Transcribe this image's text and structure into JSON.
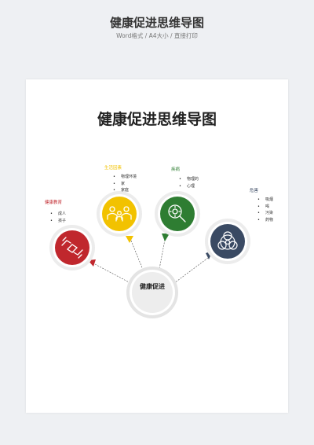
{
  "header": {
    "title": "健康促进思维导图",
    "subtitle": "Word格式 / A4大小 / 直接打印"
  },
  "document": {
    "title": "健康促进思维导图",
    "center_label": "健康促进",
    "branches": [
      {
        "label": "健康教育",
        "color": "#c0272d",
        "icon": "handshake-icon",
        "items": [
          "成人",
          "孩子"
        ]
      },
      {
        "label": "生活因素",
        "color": "#f2c200",
        "icon": "family-icon",
        "items": [
          "物理环境",
          "家",
          "家庭"
        ]
      },
      {
        "label": "疾病",
        "color": "#2e7d32",
        "icon": "virus-magnifier-icon",
        "items": [
          "物理的",
          "心理"
        ]
      },
      {
        "label": "危害",
        "color": "#3a4a63",
        "icon": "biohazard-icon",
        "items": [
          "吸烟",
          "喝",
          "污染",
          "药物"
        ]
      }
    ]
  }
}
